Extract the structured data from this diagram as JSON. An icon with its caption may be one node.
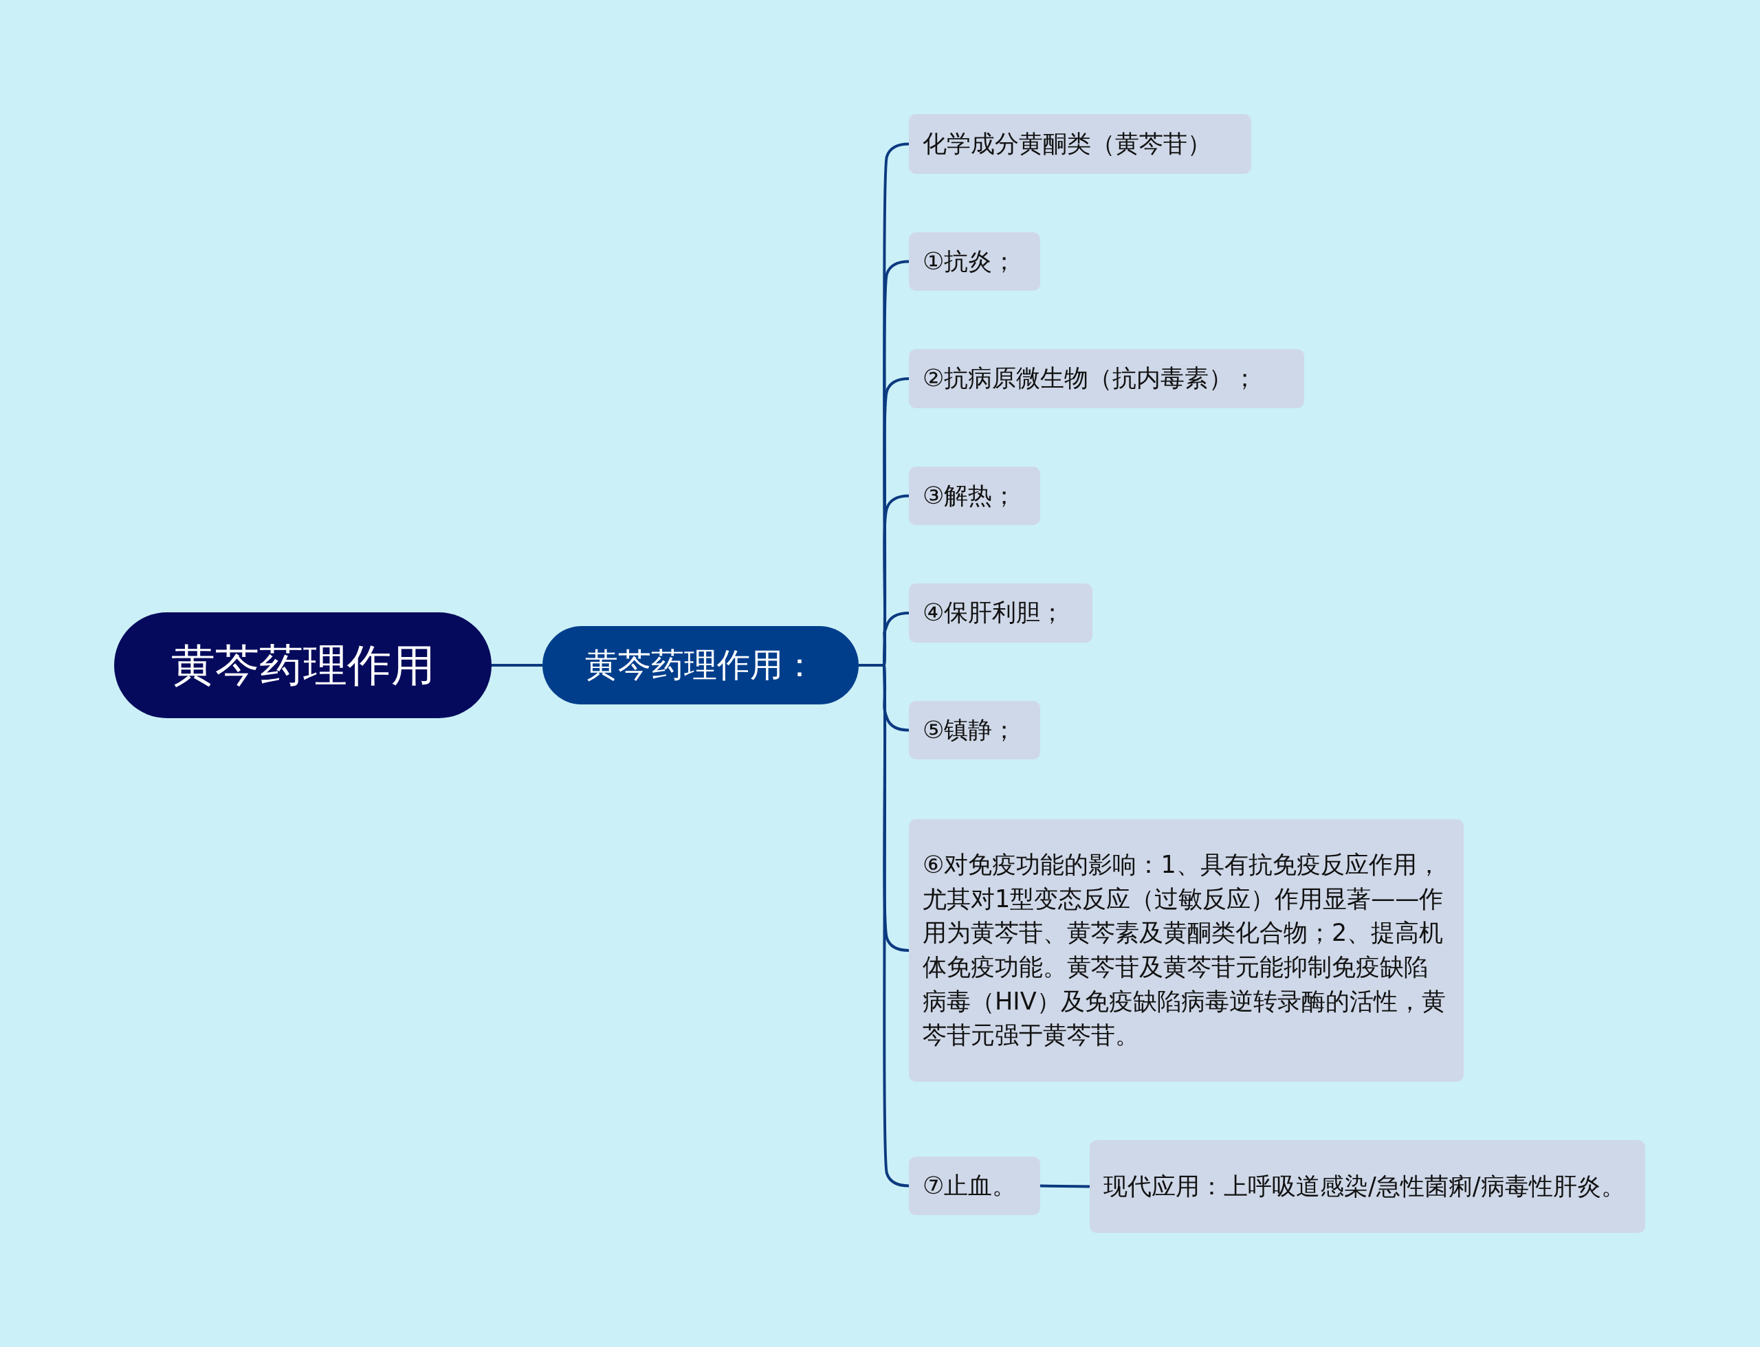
{
  "diagram": {
    "nodes": [
      {
        "text": [
          "黄芩药理作用"
        ]
      },
      {
        "text": [
          "黄芩药理作用："
        ]
      },
      {
        "text": [
          "化学成分黄酮类（黄芩苷）"
        ]
      },
      {
        "text": [
          "①抗炎；"
        ]
      },
      {
        "text": [
          "②抗病原微生物（抗内毒素）；"
        ]
      },
      {
        "text": [
          "③解热；"
        ]
      },
      {
        "text": [
          "④保肝利胆；"
        ]
      },
      {
        "text": [
          "⑤镇静；"
        ]
      },
      {
        "text": [
          "⑥对免疫功能的影响：1、具有抗免疫反应作用，尤其对1型变态反应（过敏反应）作用显著——作用为黄芩苷、黄芩素及黄酮类化合物；2、提高机体免疫功能。黄芩苷及黄芩苷元能抑制免疫缺陷病毒（HIV）及免疫缺陷病毒逆转录酶的活性，黄芩苷元强于黄芩苷。"
        ]
      },
      {
        "text": [
          "⑦止血。"
        ]
      },
      {
        "text": [
          "现代应用：上呼吸道感染/急性菌痢/病毒性肝炎。"
        ]
      }
    ],
    "edges": [
      {
        "from": 0,
        "to": 1,
        "arrow": "none"
      },
      {
        "from": 1,
        "to": 2,
        "arrow": "none"
      },
      {
        "from": 1,
        "to": 3,
        "arrow": "none"
      },
      {
        "from": 1,
        "to": 4,
        "arrow": "none"
      },
      {
        "from": 1,
        "to": 5,
        "arrow": "none"
      },
      {
        "from": 1,
        "to": 6,
        "arrow": "none"
      },
      {
        "from": 1,
        "to": 7,
        "arrow": "none"
      },
      {
        "from": 1,
        "to": 8,
        "arrow": "none"
      },
      {
        "from": 1,
        "to": 9,
        "arrow": "none"
      },
      {
        "from": 9,
        "to": 10,
        "arrow": "none"
      }
    ]
  }
}
